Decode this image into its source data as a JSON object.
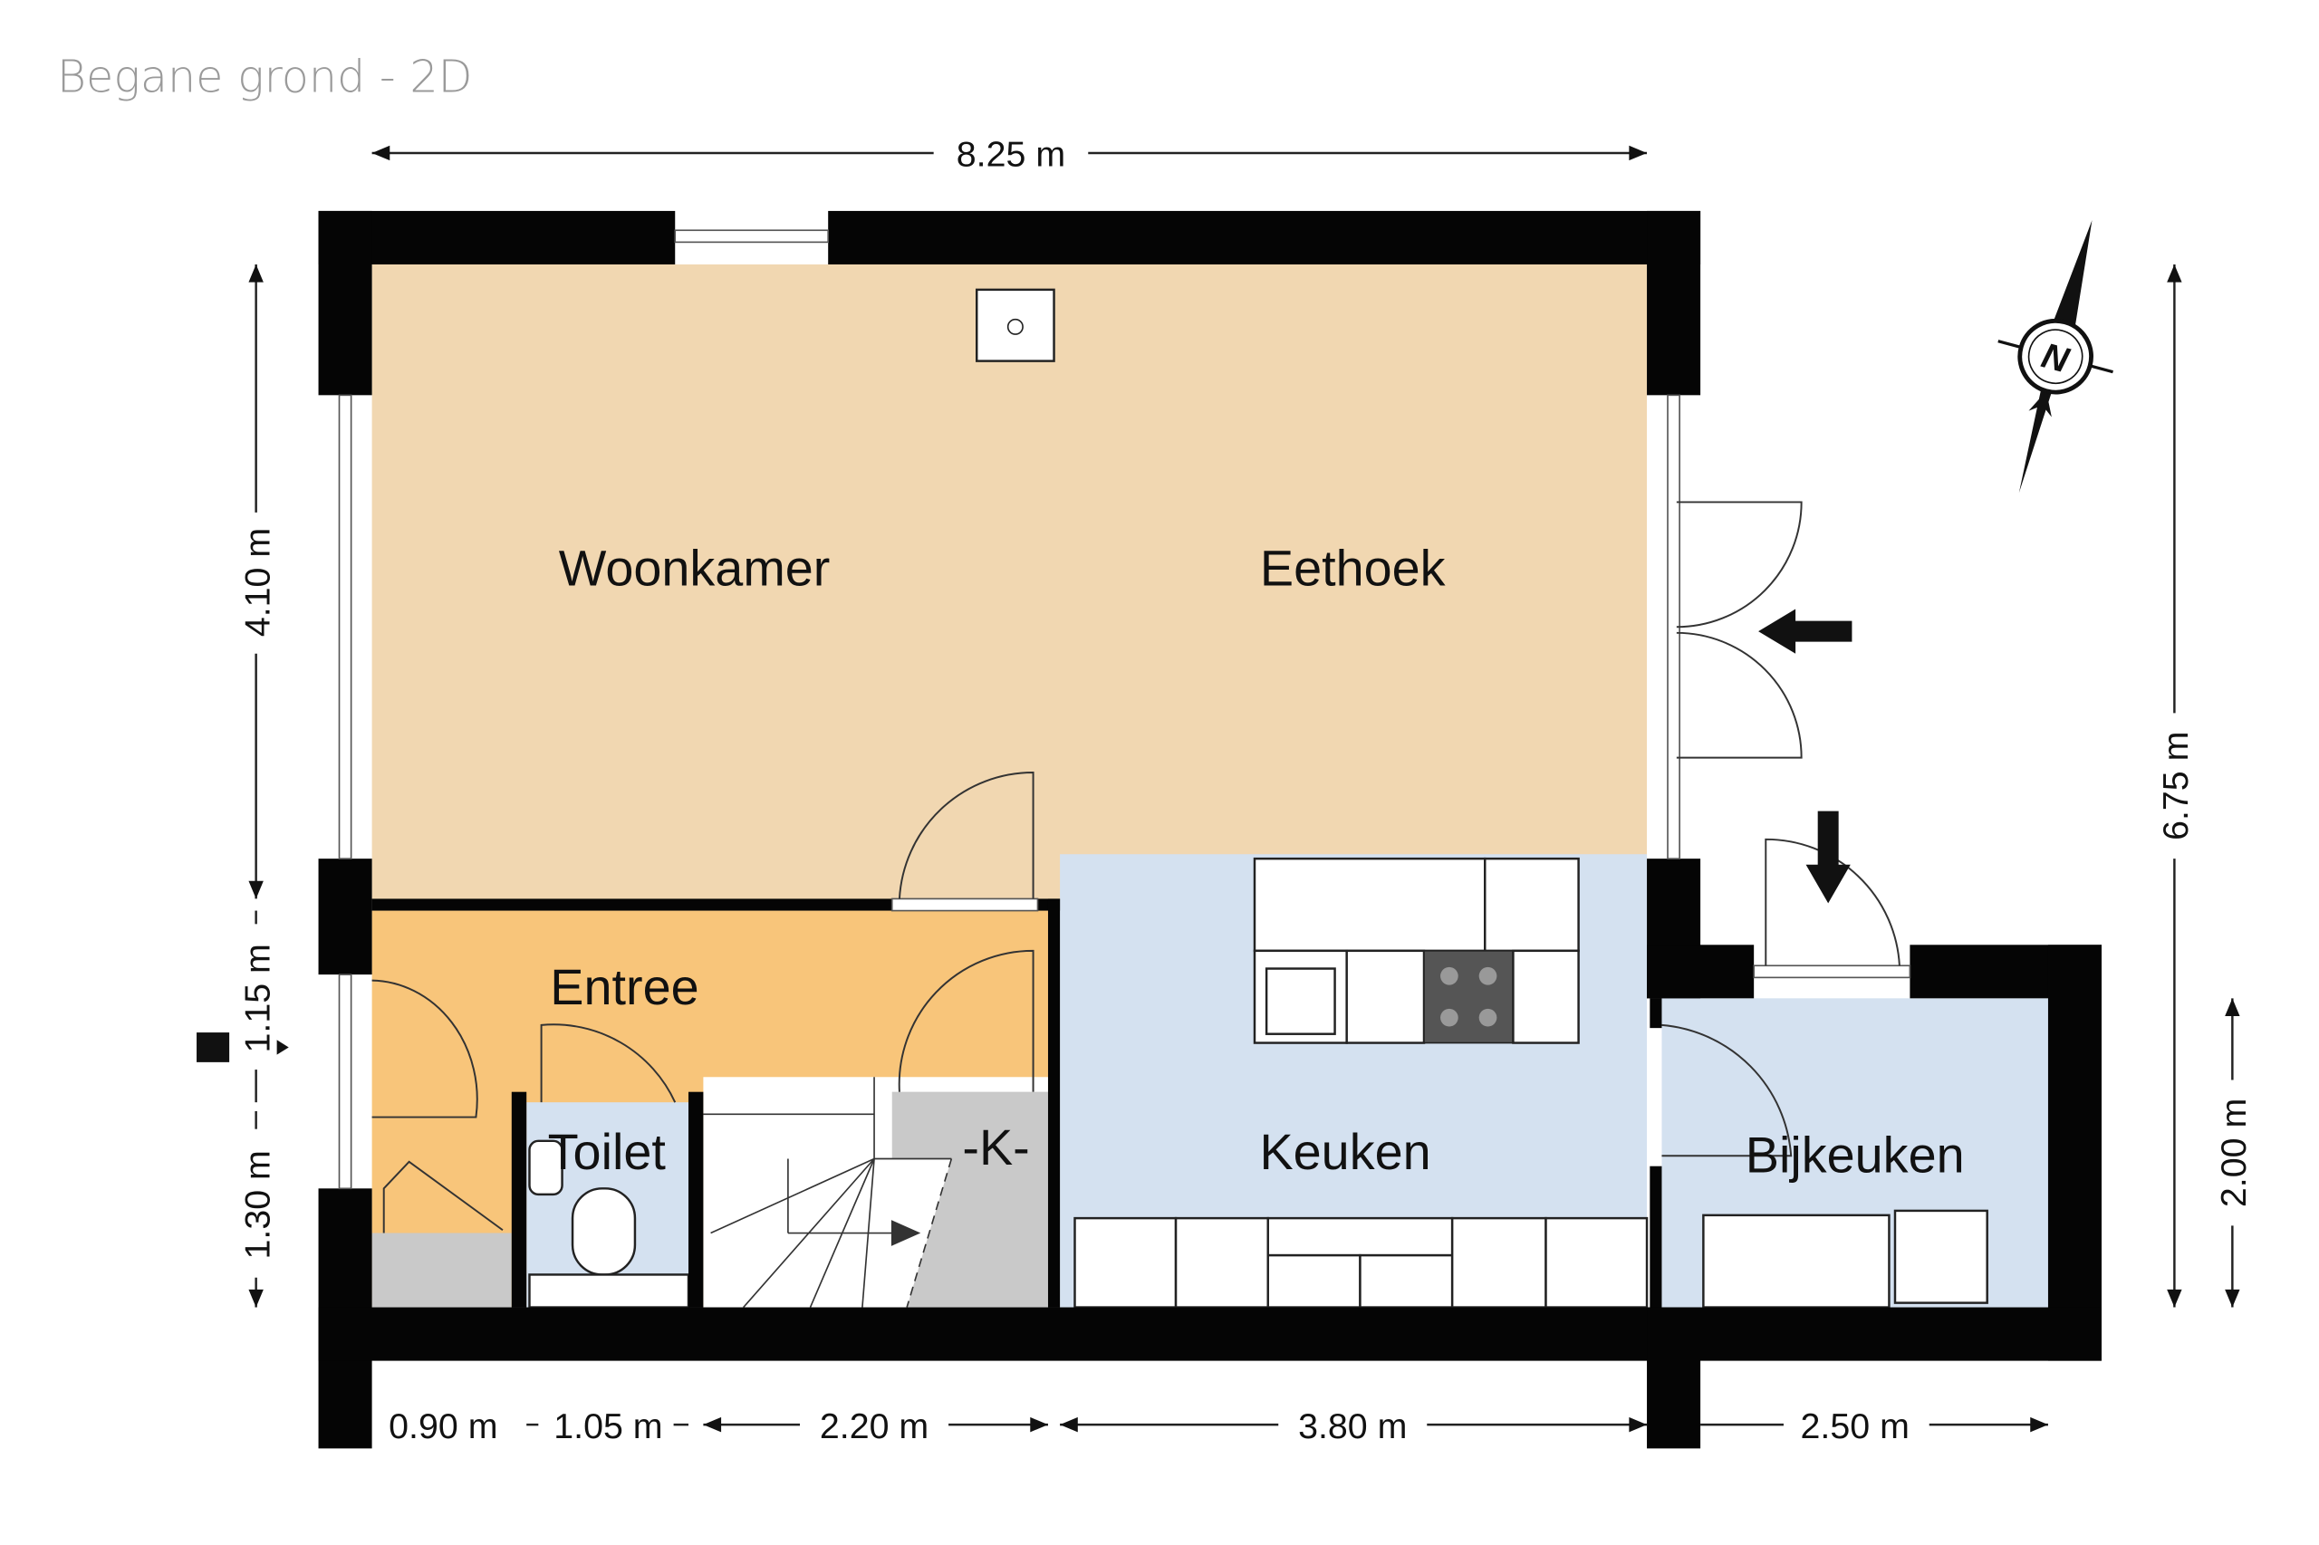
{
  "title": "Begane grond - 2D",
  "rooms": {
    "woonkamer": "Woonkamer",
    "eethoek": "Eethoek",
    "entree": "Entree",
    "toilet": "Toilet",
    "kast": "-K-",
    "keuken": "Keuken",
    "bijkeuken": "Bijkeuken"
  },
  "dimensions": {
    "top": "8.25 m",
    "left_upper": "4.10 m",
    "left_middle": "1.15 m",
    "left_lower": "1.30 m",
    "right_total": "6.75 m",
    "right_bijkeuken": "2.00 m",
    "bottom": [
      "0.90 m",
      "1.05 m",
      "2.20 m",
      "3.80 m",
      "2.50 m"
    ]
  },
  "compass": {
    "label": "N"
  },
  "colors": {
    "living": "#f1d7b1",
    "entree": "#f8c57a",
    "kitchen": "#d4e1f0",
    "storage": "#c9c9c9",
    "wall": "#050505"
  }
}
